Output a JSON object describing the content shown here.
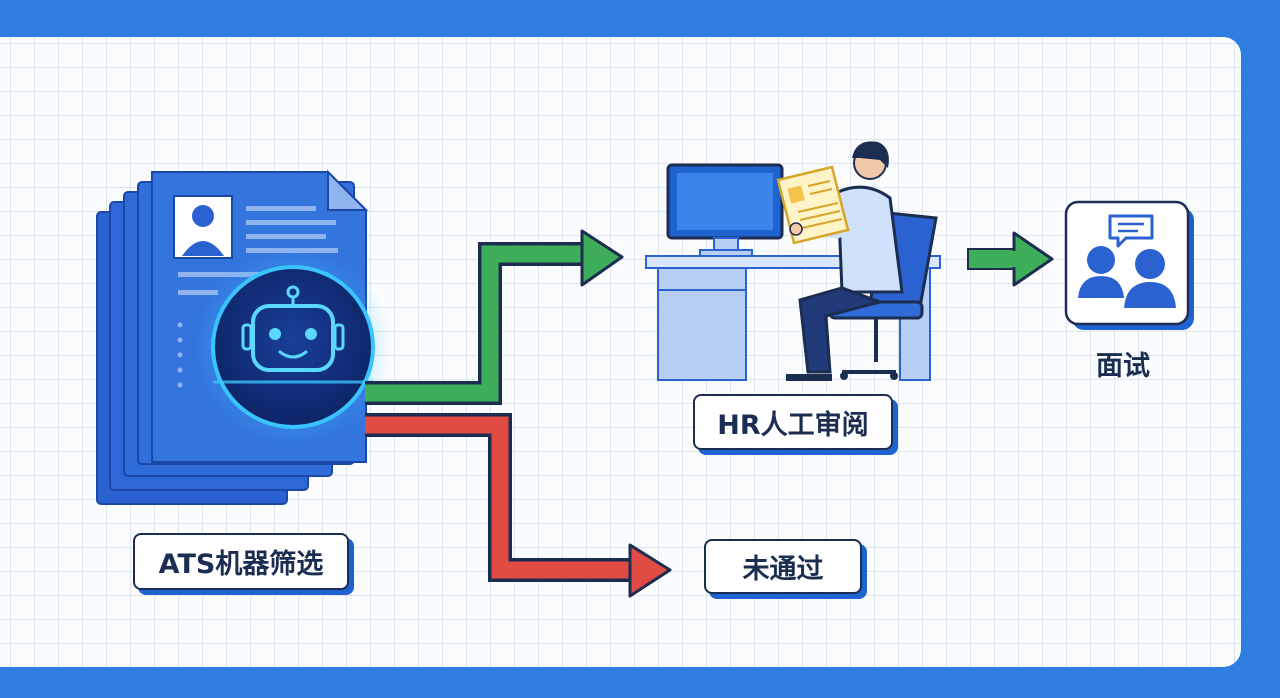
{
  "stages": {
    "ats_screening": "ATS机器筛选",
    "hr_review": "HR人工审阅",
    "interview": "面试",
    "rejected": "未通过"
  },
  "colors": {
    "frame_blue": "#2f7fe0",
    "doc_blue": "#2a62d2",
    "dark_navy": "#1c2d52",
    "pass_green": "#3fae5a",
    "reject_red": "#e04b43",
    "robot_glow": "#39c4ff"
  },
  "icons": [
    "resume-stack-icon",
    "robot-icon",
    "hr-desk-icon",
    "interview-people-icon",
    "chat-bubble-icon"
  ]
}
